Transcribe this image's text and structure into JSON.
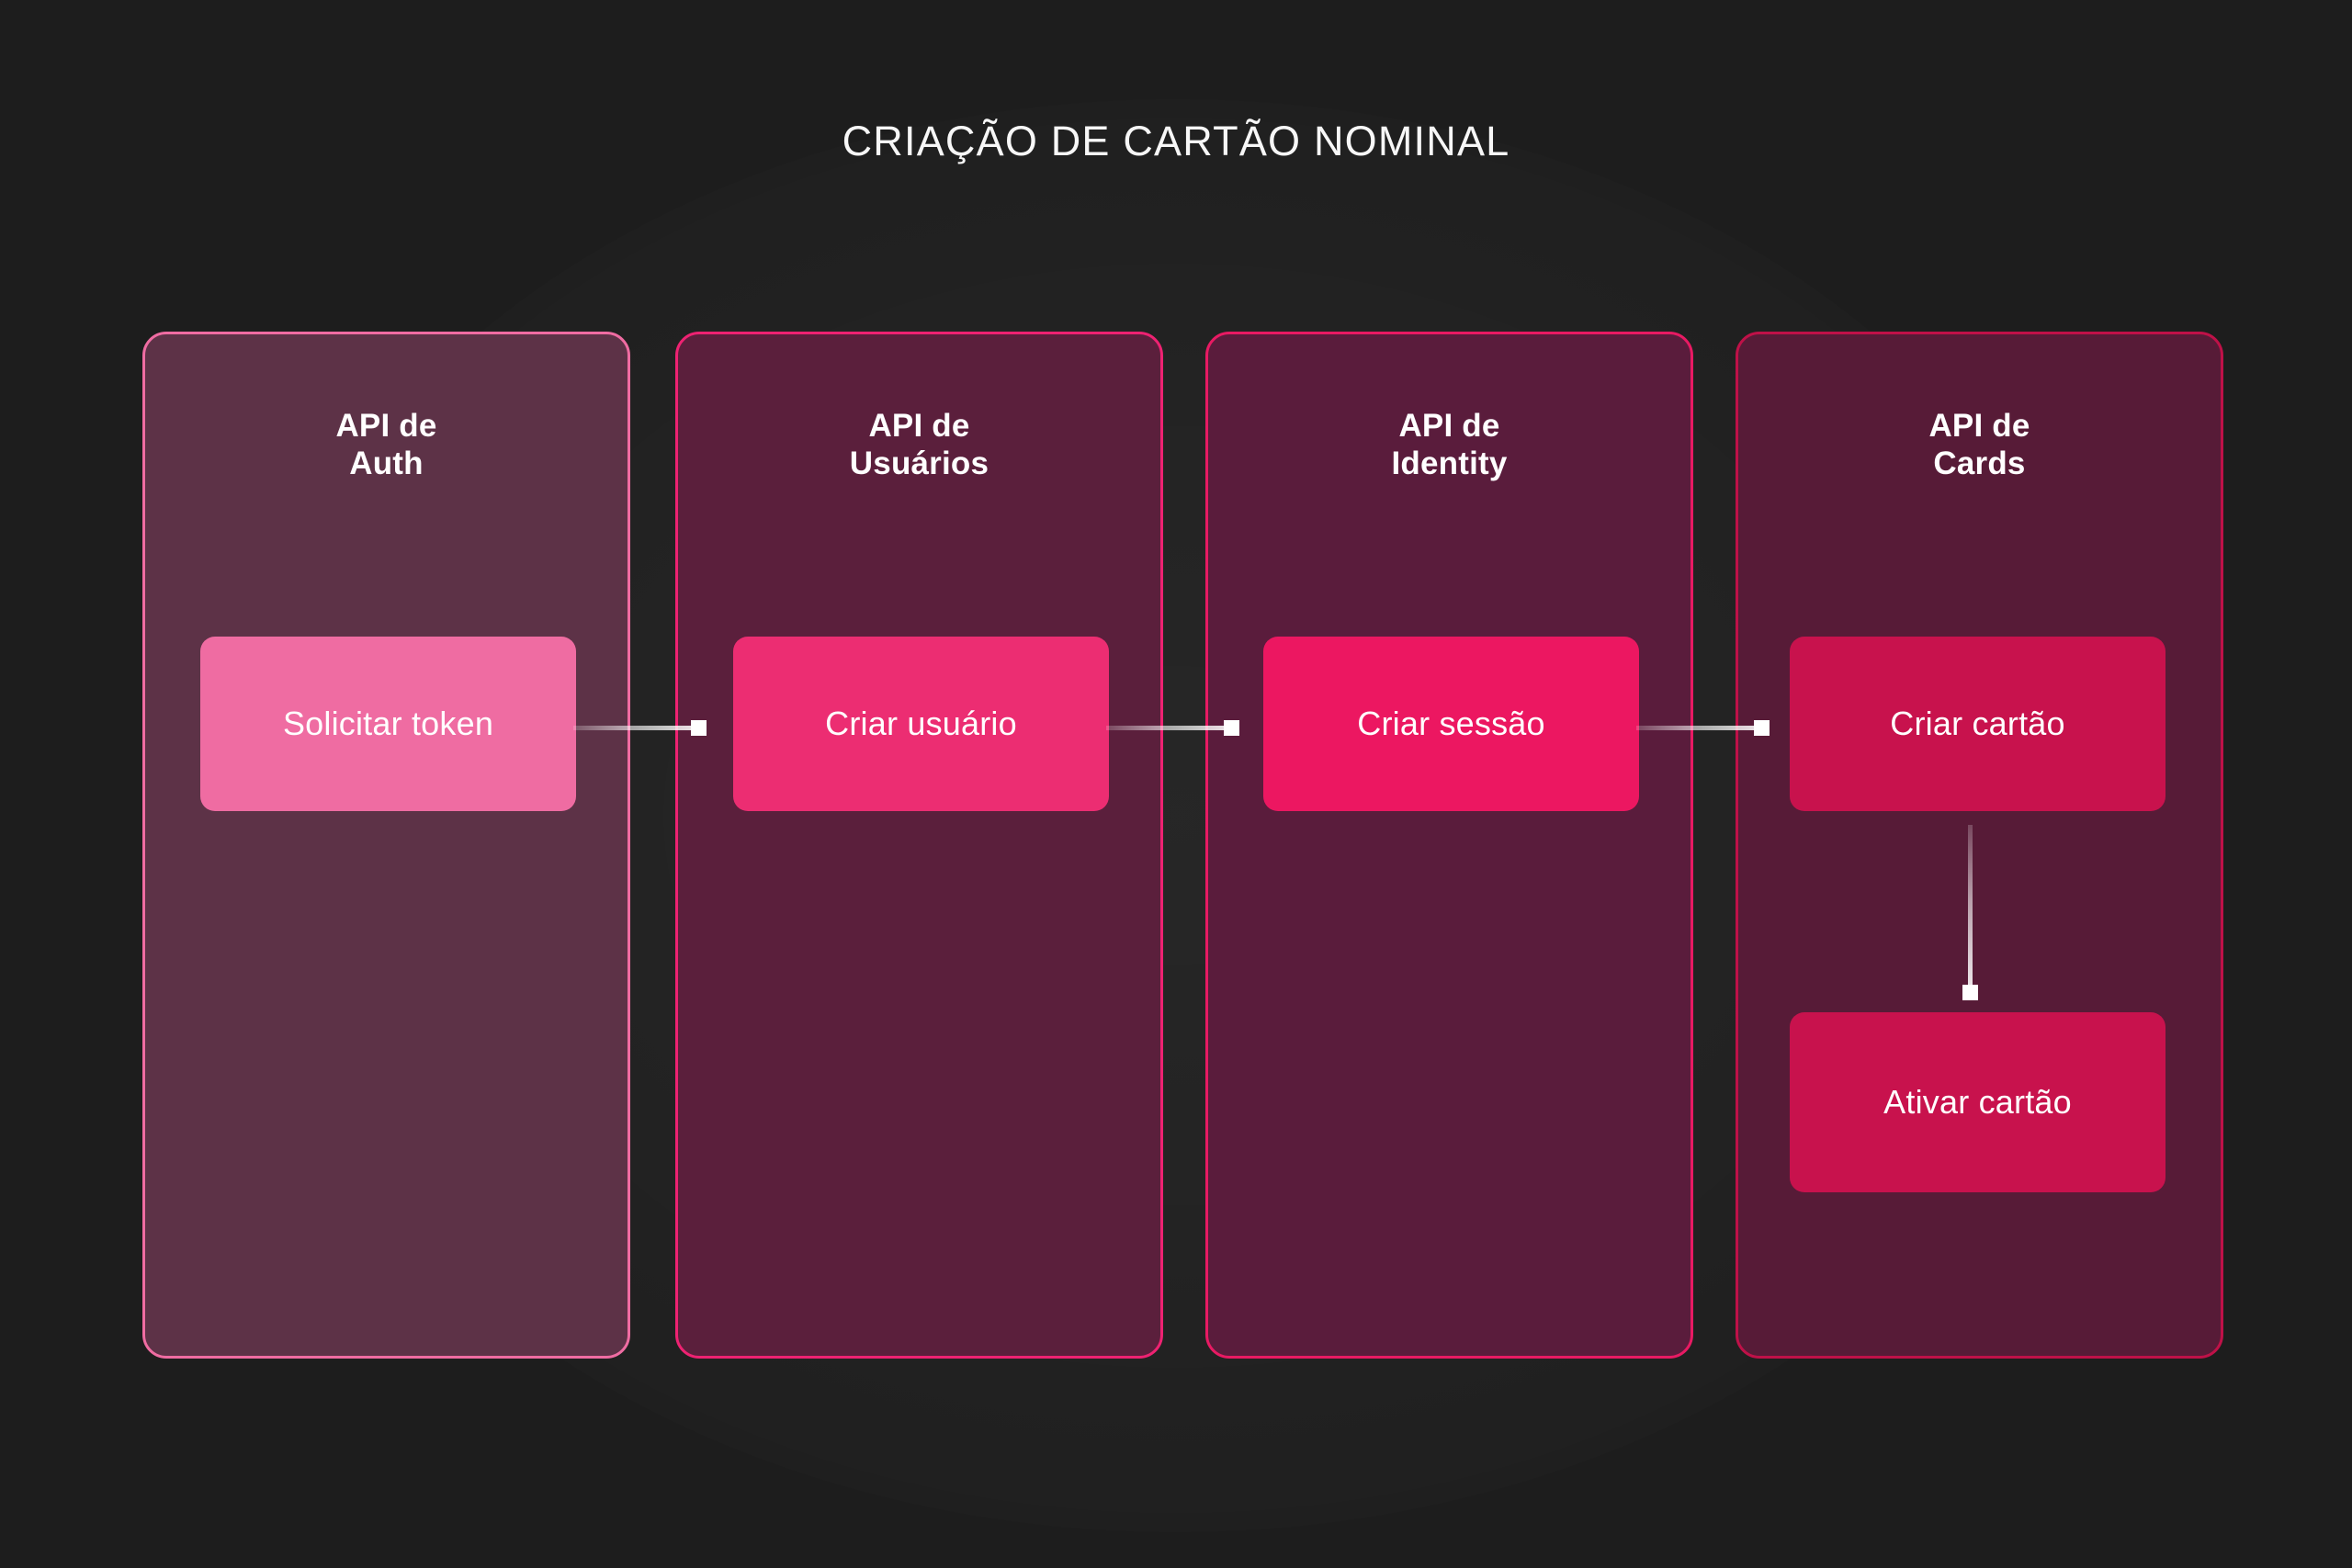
{
  "title": "CRIAÇÃO DE CARTÃO NOMINAL",
  "theme": {
    "background": "#1d1d1d",
    "title_color": "#f7f7f7",
    "connector_color": "#ffffff"
  },
  "lanes": [
    {
      "id": "lane-auth",
      "title_line1": "API de",
      "title_line2": "Auth",
      "fill": "#5d3247",
      "border": "#ef6ca2",
      "nodes": [
        {
          "id": "node-solicitar-token",
          "label": "Solicitar token",
          "fill": "#ef6ca2",
          "text_color": "#ffffff"
        }
      ]
    },
    {
      "id": "lane-usuarios",
      "title_line1": "API de",
      "title_line2": "Usuários",
      "fill": "#5b1f3c",
      "border": "#ee2272",
      "nodes": [
        {
          "id": "node-criar-usuario",
          "label": "Criar usuário",
          "fill": "#ec2d72",
          "text_color": "#ffffff"
        }
      ]
    },
    {
      "id": "lane-identity",
      "title_line1": "API de",
      "title_line2": "Identity",
      "fill": "#5a1c3c",
      "border": "#e81a63",
      "nodes": [
        {
          "id": "node-criar-sessao",
          "label": "Criar sessão",
          "fill": "#ec1761",
          "text_color": "#ffffff"
        }
      ]
    },
    {
      "id": "lane-cards",
      "title_line1": "API de",
      "title_line2": "Cards",
      "fill": "#571b37",
      "border": "#bf1148",
      "nodes": [
        {
          "id": "node-criar-cartao",
          "label": "Criar cartão",
          "fill": "#c8124d",
          "text_color": "#ffffff"
        },
        {
          "id": "node-ativar-cartao",
          "label": "Ativar cartão",
          "fill": "#c8124d",
          "text_color": "#ffffff"
        }
      ]
    }
  ],
  "connectors": [
    {
      "id": "conn-token-to-usuario",
      "from": "node-solicitar-token",
      "to": "node-criar-usuario",
      "direction": "horizontal",
      "marker": "square"
    },
    {
      "id": "conn-usuario-to-sessao",
      "from": "node-criar-usuario",
      "to": "node-criar-sessao",
      "direction": "horizontal",
      "marker": "square"
    },
    {
      "id": "conn-sessao-to-cartao",
      "from": "node-criar-sessao",
      "to": "node-criar-cartao",
      "direction": "horizontal",
      "marker": "square"
    },
    {
      "id": "conn-criar-to-ativar",
      "from": "node-criar-cartao",
      "to": "node-ativar-cartao",
      "direction": "vertical",
      "marker": "square"
    }
  ]
}
